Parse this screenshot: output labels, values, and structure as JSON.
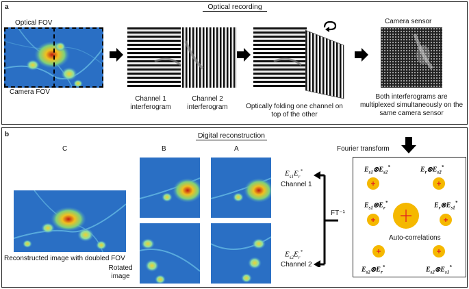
{
  "panel_a": {
    "letter": "a",
    "title": "Optical recording",
    "optical_fov": "Optical FOV",
    "camera_fov": "Camera FOV",
    "channel1": "Channel 1\ninterferogram",
    "channel2": "Channel 2\ninterferogram",
    "folding": "Optically folding one channel on\ntop of the other",
    "camera_sensor": "Camera sensor",
    "multiplexed": "Both interferograms are\nmultiplexed simultaneously on the\nsame camera sensor"
  },
  "panel_b": {
    "letter": "b",
    "title": "Digital reconstruction",
    "col_c": "C",
    "col_b": "B",
    "col_a": "A",
    "reconstructed": "Reconstructed image with doubled FOV",
    "rotated": "Rotated\nimage",
    "fourier": "Fourier transform",
    "ft_inv": "FT⁻¹",
    "channel1": "Channel 1",
    "channel2": "Channel 2",
    "autocorr": "Auto-correlations"
  },
  "colors": {
    "frame": "#222222",
    "map_bg": "#2a6fc4",
    "spot_yellow": "#f5b800",
    "spot_center": "#e02020"
  }
}
